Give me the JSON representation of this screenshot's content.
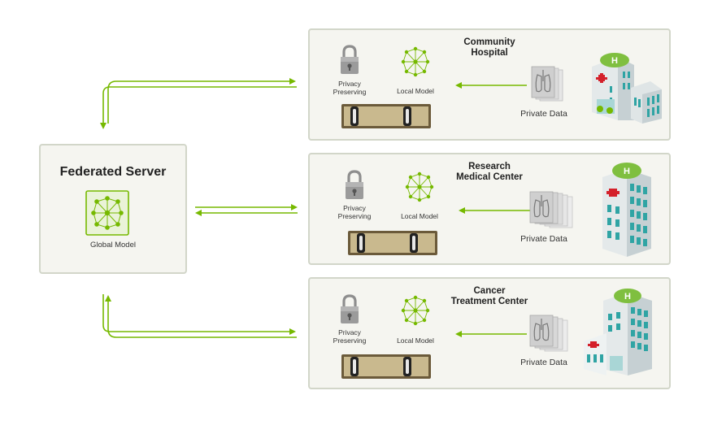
{
  "server": {
    "title": "Federated Server",
    "global_model_label": "Global Model"
  },
  "sites": [
    {
      "title_line1": "Community",
      "title_line2": "Hospital",
      "privacy_line1": "Privacy",
      "privacy_line2": "Preserving",
      "local_model_label": "Local Model",
      "private_data_label": "Private Data"
    },
    {
      "title_line1": "Research",
      "title_line2": "Medical Center",
      "privacy_line1": "Privacy",
      "privacy_line2": "Preserving",
      "local_model_label": "Local Model",
      "private_data_label": "Private Data"
    },
    {
      "title_line1": "Cancer",
      "title_line2": "Treatment Center",
      "privacy_line1": "Privacy",
      "privacy_line2": "Preserving",
      "local_model_label": "Local Model",
      "private_data_label": "Private Data"
    }
  ],
  "colors": {
    "accent_green": "#76b900",
    "box_bg": "#f5f5f0",
    "box_border": "#d2d6c9",
    "hospital_teal": "#2fa4a4",
    "helipad_green": "#7fbf3f",
    "cross_red": "#d4202a"
  },
  "icons": [
    "padlock-icon",
    "neural-network-icon",
    "gpu-server-icon",
    "medical-scan-icon",
    "hospital-building-icon"
  ]
}
